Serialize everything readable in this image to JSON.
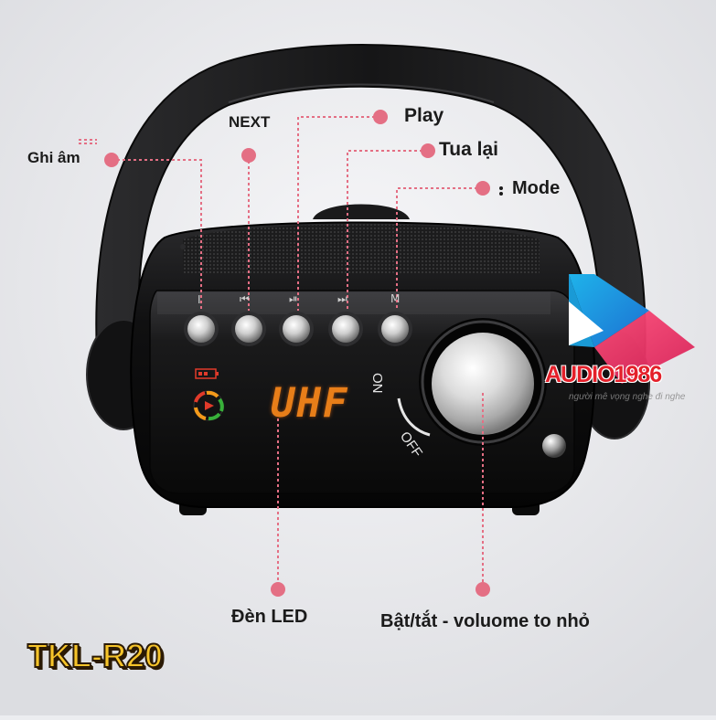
{
  "labels": {
    "record": "Ghi âm",
    "next": "NEXT",
    "play": "Play",
    "rewind": "Tua lại",
    "mode": "Mode",
    "led": "Đèn LED",
    "power_volume": "Bật/tắt - voluome to nhỏ"
  },
  "model": "TKL-R20",
  "brand": {
    "name": "AUDIO1986",
    "slogan": "người mê vọng nghe đi nghe"
  },
  "device": {
    "lcd_display": "UHF",
    "switch_on": "ON",
    "switch_off": "OFF",
    "button_glyphs": [
      "I",
      "⏮",
      "⏯",
      "⏭",
      "M"
    ]
  },
  "colors": {
    "background": "#ecedf0",
    "body": "#0c0c0d",
    "pointer": "#e46f84",
    "lcd": "#ff8a1a",
    "model_text": "#f6c42a",
    "brand_red": "#e4202a"
  },
  "icons": {
    "battery": "battery-icon",
    "signal": "signal-meter-icon",
    "logo": "play-triangle-logo"
  }
}
